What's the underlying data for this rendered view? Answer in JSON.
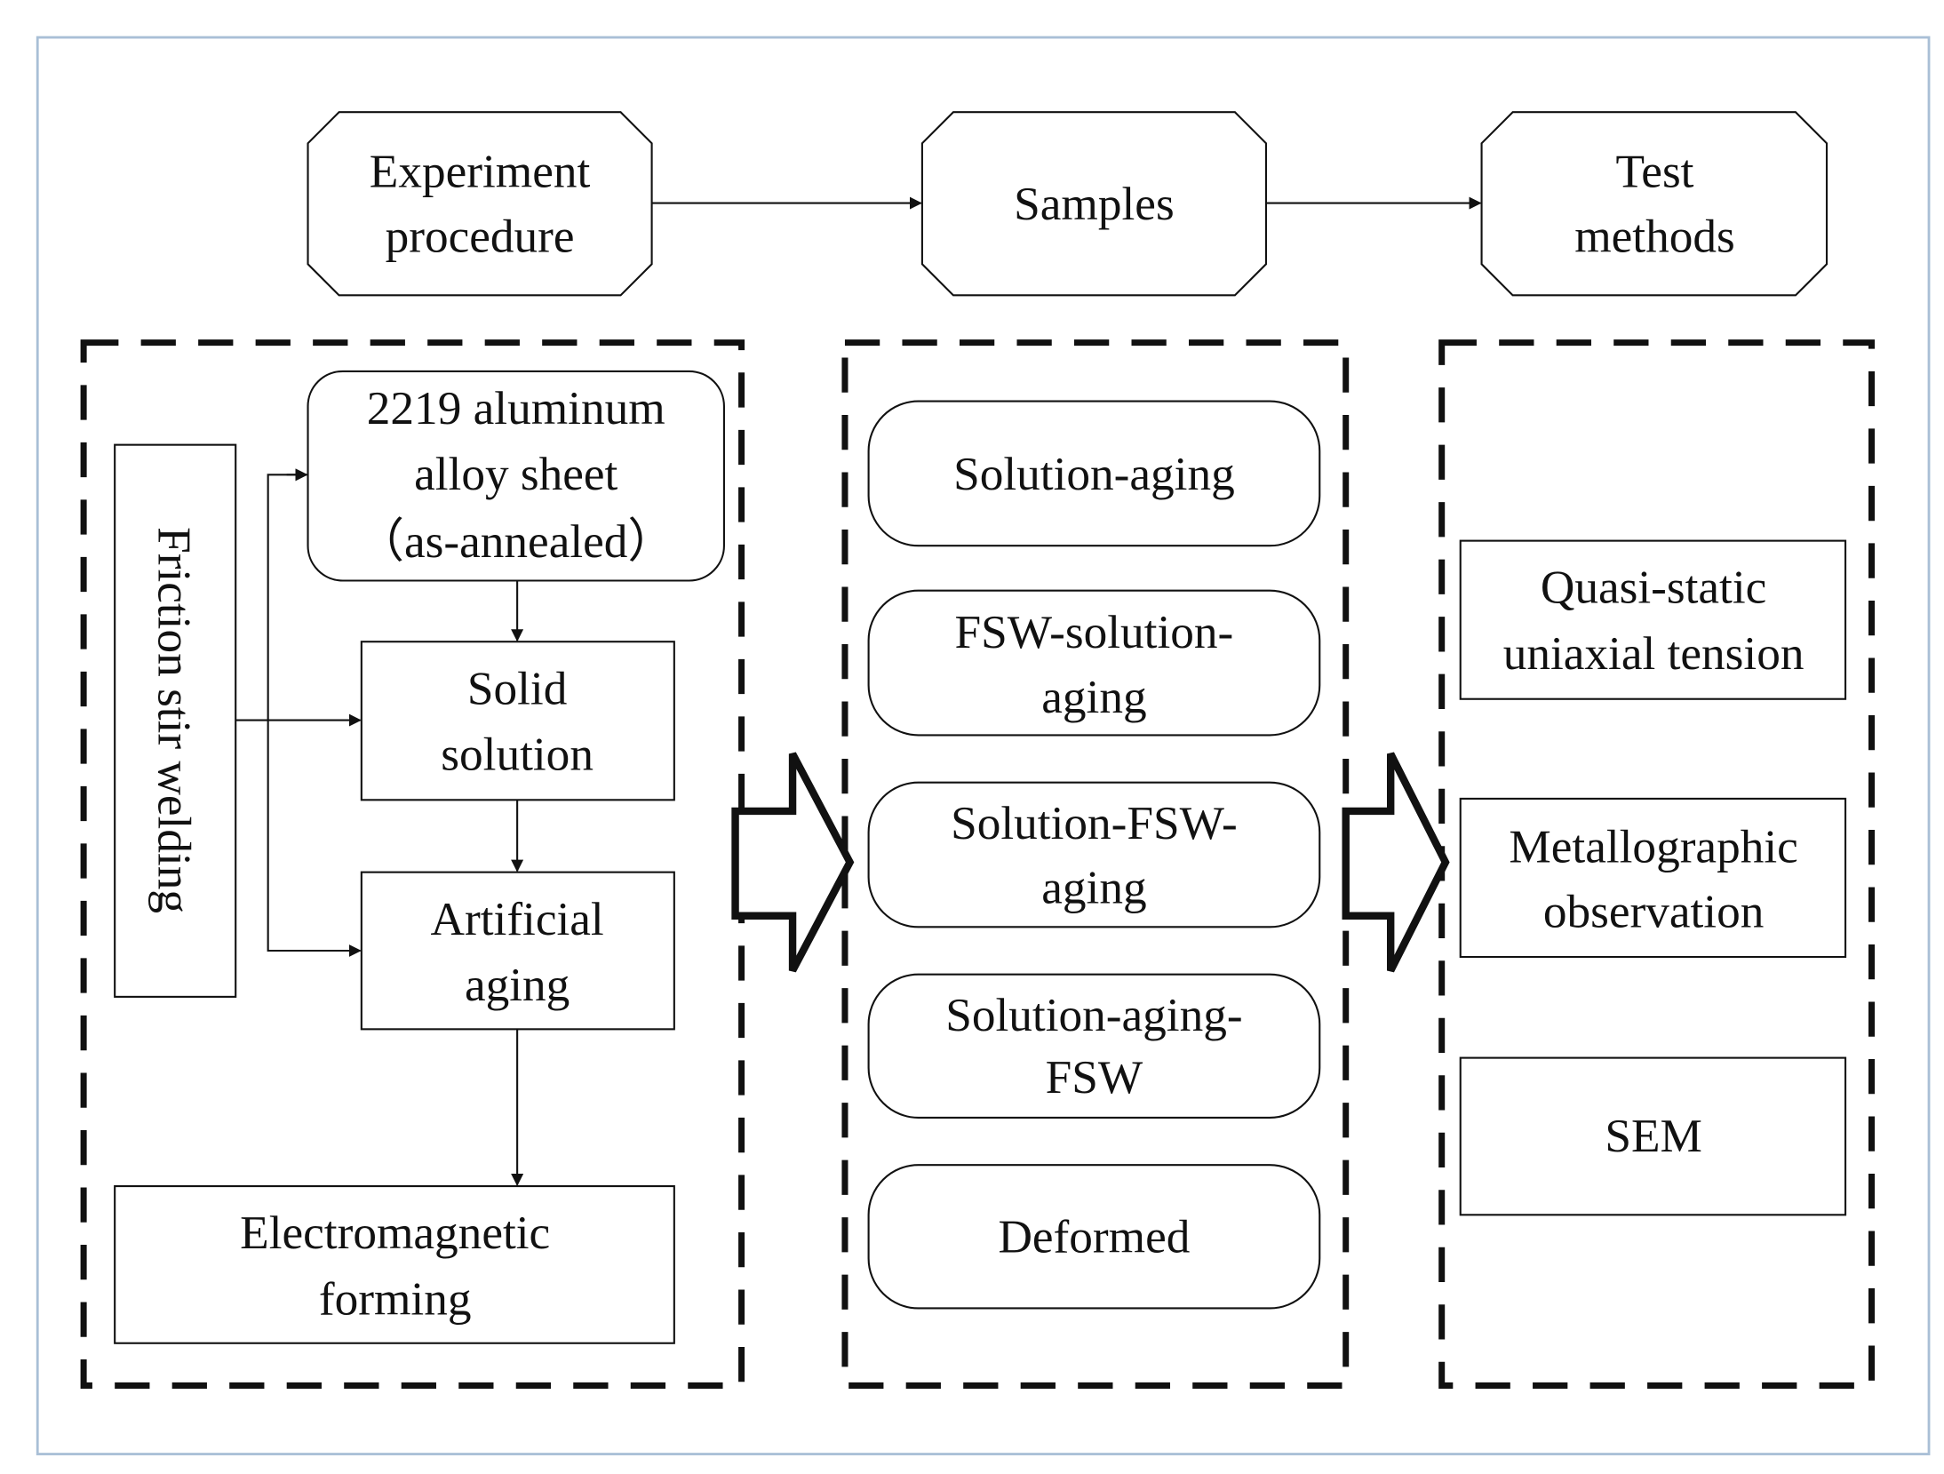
{
  "colors": {
    "frame": "#a9bfd6",
    "stroke": "#111111",
    "background": "#ffffff"
  },
  "header": {
    "procedure": [
      "Experiment",
      "procedure"
    ],
    "samples": [
      "Samples"
    ],
    "tests": [
      "Test",
      "methods"
    ]
  },
  "procedure": {
    "fsw": "Friction stir welding",
    "sheet": [
      "2219 aluminum",
      "alloy sheet",
      "（as-annealed）"
    ],
    "solid_solution": [
      "Solid",
      "solution"
    ],
    "artificial_aging": [
      "Artificial",
      "aging"
    ],
    "emf": [
      "Electromagnetic",
      "forming"
    ]
  },
  "samples": [
    [
      "Solution-aging"
    ],
    [
      "FSW-solution-",
      "aging"
    ],
    [
      "Solution-FSW-",
      "aging"
    ],
    [
      "Solution-aging-",
      "FSW"
    ],
    [
      "Deformed"
    ]
  ],
  "tests": [
    [
      "Quasi-static",
      "uniaxial tension"
    ],
    [
      "Metallographic",
      "observation"
    ],
    [
      "SEM"
    ]
  ]
}
